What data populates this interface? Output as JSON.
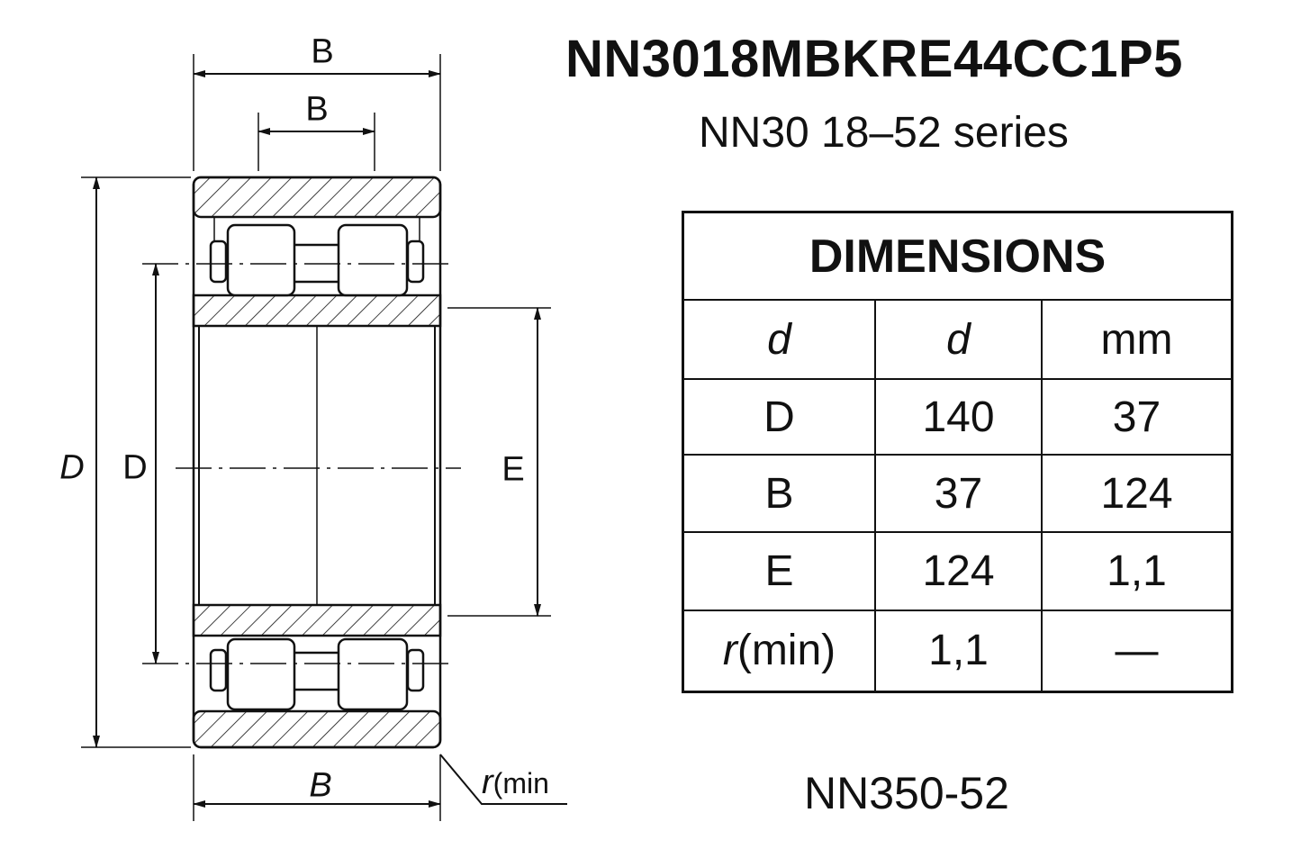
{
  "title": "NN3018MBKRE44CC1P5",
  "subtitle": "NN30 18–52 series",
  "footer": "NN350-52",
  "drawing": {
    "labels": {
      "top_b_outer": "B",
      "top_b_inner": "B",
      "outer_d": "D",
      "inner_d": "D",
      "e": "E",
      "bottom_b": "B",
      "r": "r",
      "r_min": "(min"
    }
  },
  "table": {
    "header": "DIMENSIONS",
    "columns": [
      "d",
      "d",
      "mm"
    ],
    "rows": [
      [
        "D",
        "140",
        "37"
      ],
      [
        "B",
        "37",
        "124"
      ],
      [
        "E",
        "124",
        "1,1"
      ],
      [
        "r",
        "1,1",
        "—"
      ]
    ],
    "last_row_suffix": "(min)"
  }
}
